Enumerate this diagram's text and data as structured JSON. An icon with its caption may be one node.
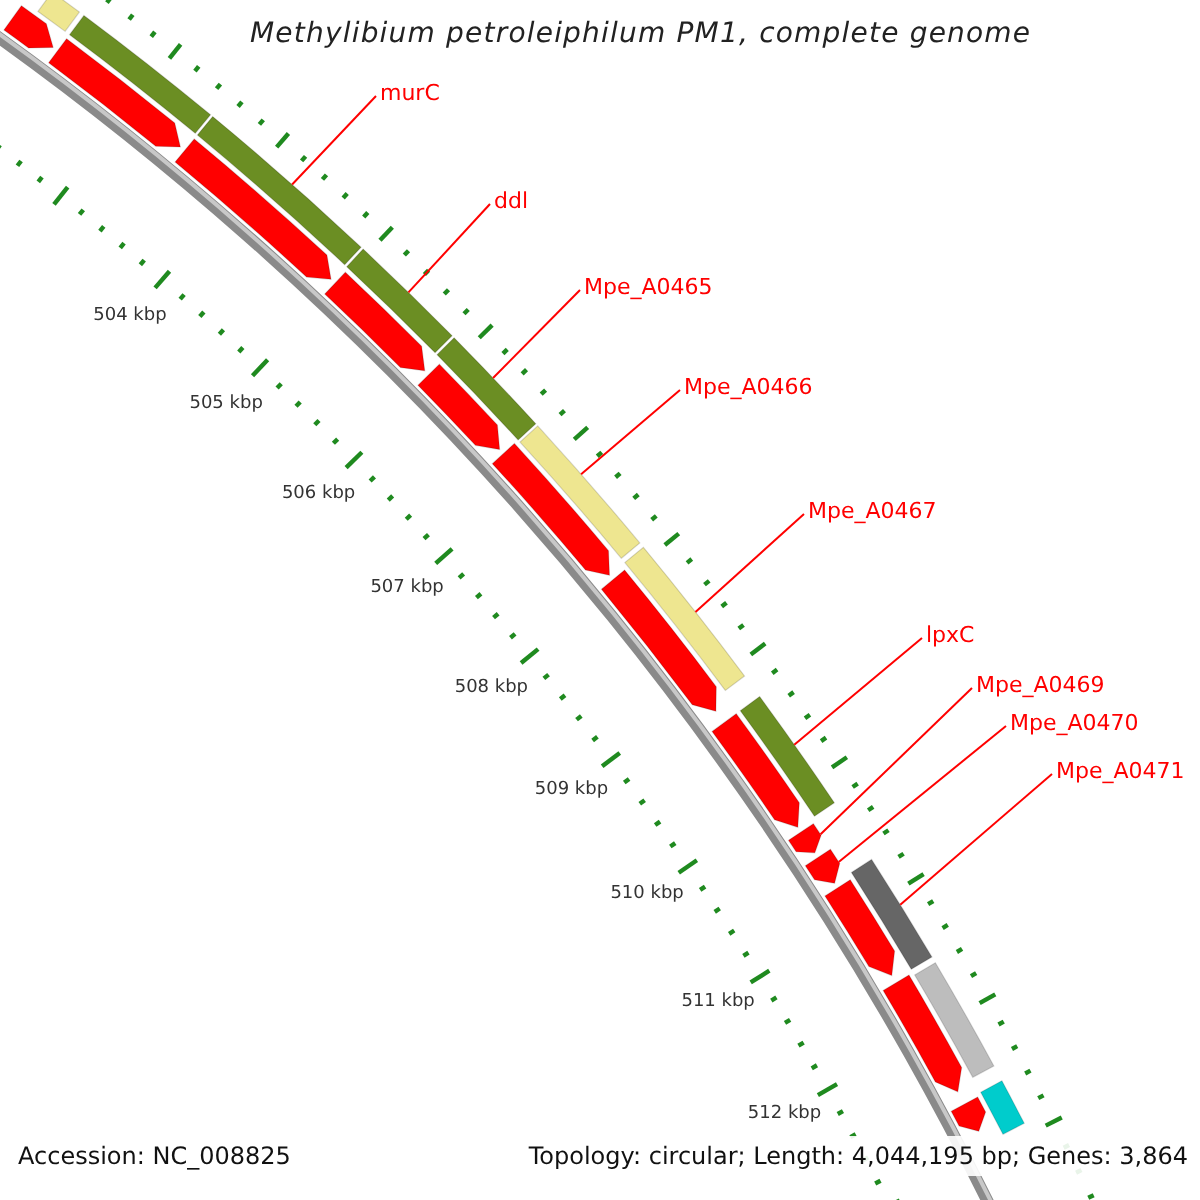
{
  "diagram": {
    "title": "Methylibium petroleiphilum PM1, complete genome",
    "nodes": [
      {
        "text": [
          "murC"
        ]
      },
      {
        "text": [
          "ddl"
        ]
      },
      {
        "text": [
          "Mpe_A0465"
        ]
      },
      {
        "text": [
          "Mpe_A0466"
        ]
      },
      {
        "text": [
          "Mpe_A0467"
        ]
      },
      {
        "text": [
          "lpxC"
        ]
      },
      {
        "text": [
          "Mpe_A0469"
        ]
      },
      {
        "text": [
          "Mpe_A0470"
        ]
      },
      {
        "text": [
          "Mpe_A0471"
        ]
      },
      {
        "text": [],
        "shape": "bar"
      },
      {
        "text": [],
        "shape": "bar"
      },
      {
        "text": [],
        "shape": "bar"
      },
      {
        "text": [],
        "shape": "bar"
      },
      {
        "text": [],
        "shape": "bar"
      },
      {
        "text": [],
        "shape": "bar"
      },
      {
        "text": [],
        "shape": "bar"
      },
      {
        "text": [],
        "shape": "bar"
      },
      {
        "text": [],
        "shape": "bar"
      },
      {
        "text": [],
        "shape": "bar"
      },
      {
        "text": [],
        "shape": "bar"
      },
      {
        "text": [],
        "shape": "bar"
      },
      {
        "text": [],
        "shape": "bar"
      },
      {
        "text": [],
        "shape": "bar"
      },
      {
        "text": [],
        "shape": "bar"
      },
      {
        "text": [],
        "shape": "bar"
      },
      {
        "text": [],
        "shape": "bar"
      },
      {
        "text": [],
        "shape": "bar"
      },
      {
        "text": [],
        "shape": "bar"
      },
      {
        "text": [],
        "shape": "bar"
      },
      {
        "text": [],
        "shape": "bar"
      },
      {
        "text": [],
        "shape": "bar"
      },
      {
        "text": [],
        "shape": "bar"
      },
      {
        "text": [],
        "shape": "bar"
      }
    ],
    "edges": [
      {
        "from": 0,
        "to": 13,
        "arrow": "none"
      },
      {
        "from": 1,
        "to": 15,
        "arrow": "none"
      },
      {
        "from": 2,
        "to": 17,
        "arrow": "none"
      },
      {
        "from": 3,
        "to": 19,
        "arrow": "none"
      },
      {
        "from": 4,
        "to": 21,
        "arrow": "none"
      },
      {
        "from": 5,
        "to": 23,
        "arrow": "none"
      },
      {
        "from": 6,
        "to": 25,
        "arrow": "none"
      },
      {
        "from": 7,
        "to": 26,
        "arrow": "none"
      },
      {
        "from": 8,
        "to": 27,
        "arrow": "none"
      }
    ],
    "labels": [
      "504 kbp",
      "505 kbp",
      "506 kbp",
      "507 kbp",
      "508 kbp",
      "509 kbp",
      "510 kbp",
      "511 kbp",
      "512 kbp",
      "Accession: NC_008825",
      "Topology: circular; Length: 4,044,195 bp; Genes: 3,864"
    ]
  }
}
